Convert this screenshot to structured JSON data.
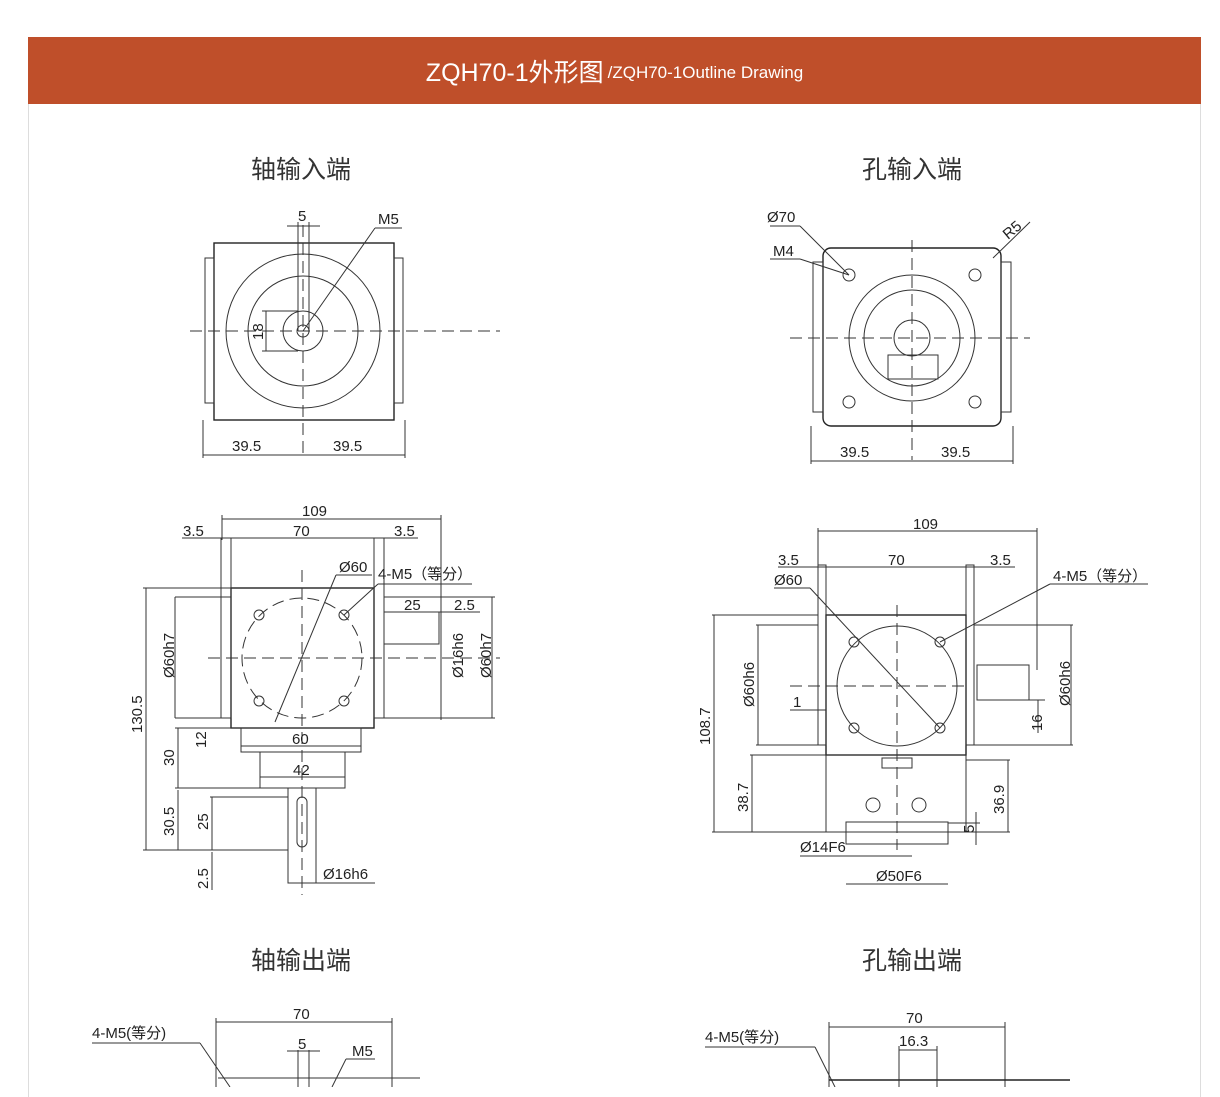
{
  "header": {
    "title": "ZQH70-1外形图",
    "subtitle": "/ZQH70-1Outline Drawing",
    "color": "#bf4f2a"
  },
  "sections": {
    "shaft_input": "轴输入端",
    "hole_input": "孔输入端",
    "shaft_output": "轴输出端",
    "hole_output": "孔输出端"
  },
  "shaft_input_top": {
    "key": "5",
    "thread": "M5",
    "height": "18",
    "left": "39.5",
    "right": "39.5"
  },
  "hole_input_top": {
    "pcd": "Ø70",
    "thread": "M4",
    "radius": "R5",
    "left": "39.5",
    "right": "39.5"
  },
  "shaft_input_front": {
    "total": "109",
    "flange_l": "3.5",
    "body": "70",
    "flange_r": "3.5",
    "pcd": "Ø60",
    "holes": "4-M5（等分）",
    "shaft_len": "25",
    "shaft_off": "2.5",
    "pilot_l": "Ø60h7",
    "shaft_dia": "Ø16h6",
    "pilot_r": "Ø60h7",
    "height": "130.5",
    "step": "12",
    "base_w": "60",
    "base_h": "30",
    "neck_w": "42",
    "out_h": "30.5",
    "key_len": "25",
    "key_off": "2.5",
    "out_dia": "Ø16h6"
  },
  "hole_input_front": {
    "total": "109",
    "flange_l": "3.5",
    "body": "70",
    "flange_r": "3.5",
    "pcd": "Ø60",
    "holes": "4-M5（等分）",
    "pilot_l": "Ø60h6",
    "offset": "1",
    "height": "108.7",
    "pilot_r": "Ø60h6",
    "shaft_h": "16",
    "base_h": "38.7",
    "base_h2": "36.9",
    "step": "5",
    "bore": "Ø14F6",
    "spigot": "Ø50F6"
  },
  "shaft_output": {
    "holes": "4-M5(等分)",
    "width": "70",
    "key": "5",
    "thread": "M5"
  },
  "hole_output": {
    "holes": "4-M5(等分)",
    "width": "70",
    "key": "16.3"
  }
}
